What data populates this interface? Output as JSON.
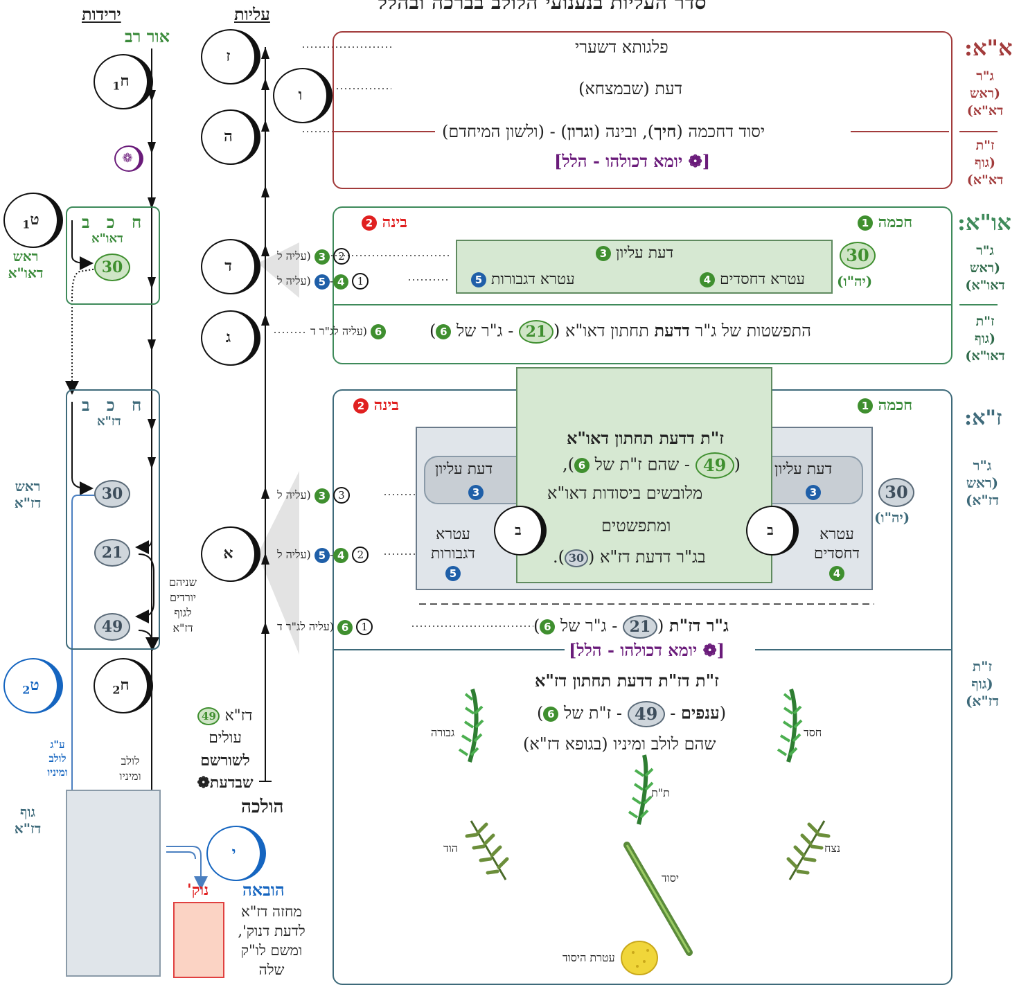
{
  "title": "סדר העליות בנענועי הלולב בברכה ובהלל",
  "colors": {
    "red": "#a23b3b",
    "green": "#3a8a3a",
    "blue": "#1565c0",
    "purple": "#6a1b7a",
    "steel": "#3e6a7a",
    "badge_green": "#3f8f2f",
    "badge_blue": "#1f5fa8",
    "red_bright": "#e02020"
  },
  "columns": {
    "descents": "ירידות",
    "ascents": "עליות",
    "or_rav": "אור רב",
    "holacha": "הולכה"
  },
  "moons": {
    "z": "ז",
    "v": "ו",
    "h": "ה",
    "d": "ד",
    "g": "ג",
    "a": "א",
    "b_left": "ב",
    "b_right": "ב",
    "yud": "י",
    "het1": "ח",
    "het1_sub": "1",
    "tet1": "ט",
    "tet1_sub": "1",
    "het2": "ח",
    "het2_sub": "2",
    "tet2": "ט",
    "tet2_sub": "2"
  },
  "aa": {
    "heading": "א\"א:",
    "side_gr1": "ג\"ר",
    "side_gr2": "(ראש",
    "side_gr3": "דא\"א)",
    "side_zt1": "ז\"ת",
    "side_zt2": "(גוף",
    "side_zt3": "דא\"א)",
    "line1": "פלגותא דשערי",
    "line2": "דעת (שבמצחא)",
    "line3": "יסוד דחכמה (חיך), ובינה (וגרון) - (ולשון המיחדם)",
    "line4": "[❁ יומא דכולהו - הלל]"
  },
  "aba": {
    "heading": "או\"א:",
    "side_gr1": "ג\"ר",
    "side_gr2": "(ראש",
    "side_gr3": "דאו\"א)",
    "side_zt1": "ז\"ת",
    "side_zt2": "(גוף",
    "side_zt3": "דאו\"א)",
    "chochma": "חכמה",
    "bina": "בינה",
    "daat_elyon": "דעת עליון",
    "ateret_chasadim": "עטרא דחסדים",
    "ateret_gevurot": "עטרא דגבורות",
    "num30": "30",
    "yhv": "(יה\"ו)",
    "expansion": "התפשטות של ג\"ר דדעת תחתון דאו\"א (",
    "num21": "21",
    "expansion_tail": "- ג\"ר של",
    "aliya1": "(עליה ל",
    "aliya2": "(עליה ל",
    "aliya3": "(עליה לג\"ר ד"
  },
  "za": {
    "heading": "ז\"א:",
    "side_gr1": "ג\"ר",
    "side_gr2": "(ראש",
    "side_gr3": "דז\"א)",
    "side_zt1": "ז\"ת",
    "side_zt2": "(גוף",
    "side_zt3": "דז\"א)",
    "chochma": "חכמה",
    "bina": "בינה",
    "center1": "ז\"ת דדעת תחתון דאו\"א",
    "center2a": "(",
    "center2num": "49",
    "center2b": "- שהם ז\"ת של",
    "center3": "מלובשים ביסודות דאו\"א",
    "center4": "ומתפשטים",
    "center5": "בג\"ר דדעת דז\"א (",
    "center5num": "30",
    "daat_left": "דעת עליון",
    "daat_right": "דעת עליון",
    "ateret_gev1": "עטרא",
    "ateret_gev2": "דגבורות",
    "ateret_ch1": "עטרא",
    "ateret_ch2": "דחסדים",
    "num30": "30",
    "yhv": "(יה\"ו)",
    "gr_dzt": "ג\"ר דז\"ת (",
    "gr_num": "21",
    "gr_tail": "- ג\"ר של",
    "hallel": "[❁ יומא דכולהו - הלל]",
    "zt_title": "ז\"ת דז\"ת דדעת תחתון דז\"א",
    "anafim": "(ענפים -",
    "anafim_num": "49",
    "anafim_tail": "- ז\"ת של",
    "lulav_line": "שהם לולב ומיניו (בגופא דז\"א)",
    "species": {
      "gevura": "גבורה",
      "chesed": "חסד",
      "tiferet": "ת\"ת",
      "hod": "הוד",
      "netzach": "נצח",
      "yesod": "יסוד",
      "ateret_yesod": "עטרת היסוד"
    }
  },
  "left": {
    "hcb": "ח כ ב",
    "daa": "דאו\"א",
    "rosh_daa1": "ראש",
    "rosh_daa2": "דאו\"א",
    "hcb2": "ח כ ב",
    "dza": "דז\"א",
    "rosh_dza1": "ראש",
    "rosh_dza2": "דז\"א",
    "n30a": "30",
    "n30b": "30",
    "n21": "21",
    "n49": "49",
    "both_descend": [
      "שניהם",
      "יורדים",
      "לגוף",
      "דז\"א"
    ],
    "ag_lulav": [
      "ע\"ג",
      "לולב",
      "ומיניו"
    ],
    "lulav": [
      "לולב",
      "ומיניו"
    ],
    "guf_dza": [
      "גוף",
      "דז\"א"
    ],
    "rising": [
      "דז\"א",
      "עולים",
      "לשורשם",
      "שבדעת❁"
    ],
    "rising_num": "49",
    "hovaa": "הובאה",
    "nok": "נוק'",
    "hovaa_text": [
      "מחזה דז\"א",
      "לדעת דנוק',",
      "ומשם לו\"ק",
      "שלה"
    ]
  },
  "nums": {
    "c1": "1",
    "c2": "2",
    "c3": "3",
    "c4": "4",
    "c5": "5",
    "c6": "6"
  }
}
